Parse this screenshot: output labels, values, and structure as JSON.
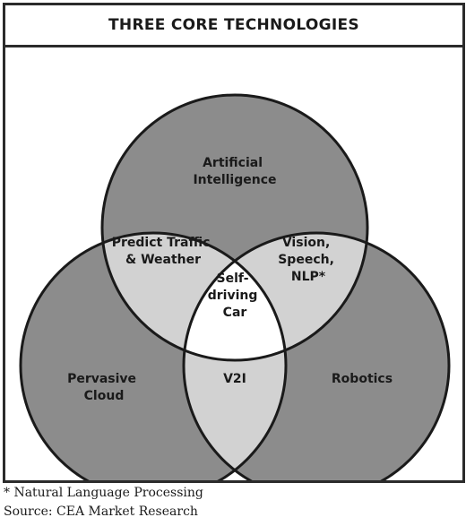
{
  "title": "THREE CORE TECHNOLOGIES",
  "colors": {
    "outer": "#8c8c8c",
    "pair": "#d2d2d2",
    "center": "#ffffff",
    "stroke": "#1a1a1a"
  },
  "circles": {
    "ai": {
      "lines": [
        "Artificial",
        "Intelligence"
      ]
    },
    "cloud": {
      "lines": [
        "Pervasive",
        "Cloud"
      ]
    },
    "robotics": {
      "lines": [
        "Robotics"
      ]
    }
  },
  "intersections": {
    "ai_cloud": {
      "lines": [
        "Predict Traffic",
        "& Weather"
      ]
    },
    "ai_robotics": {
      "lines": [
        "Vision,",
        "Speech,",
        "NLP*"
      ]
    },
    "cloud_robotics": {
      "lines": [
        "V2I"
      ]
    },
    "center": {
      "lines": [
        "Self-",
        "driving",
        "Car"
      ]
    }
  },
  "footnote": "* Natural Language Processing",
  "source": "Source: CEA Market Research"
}
